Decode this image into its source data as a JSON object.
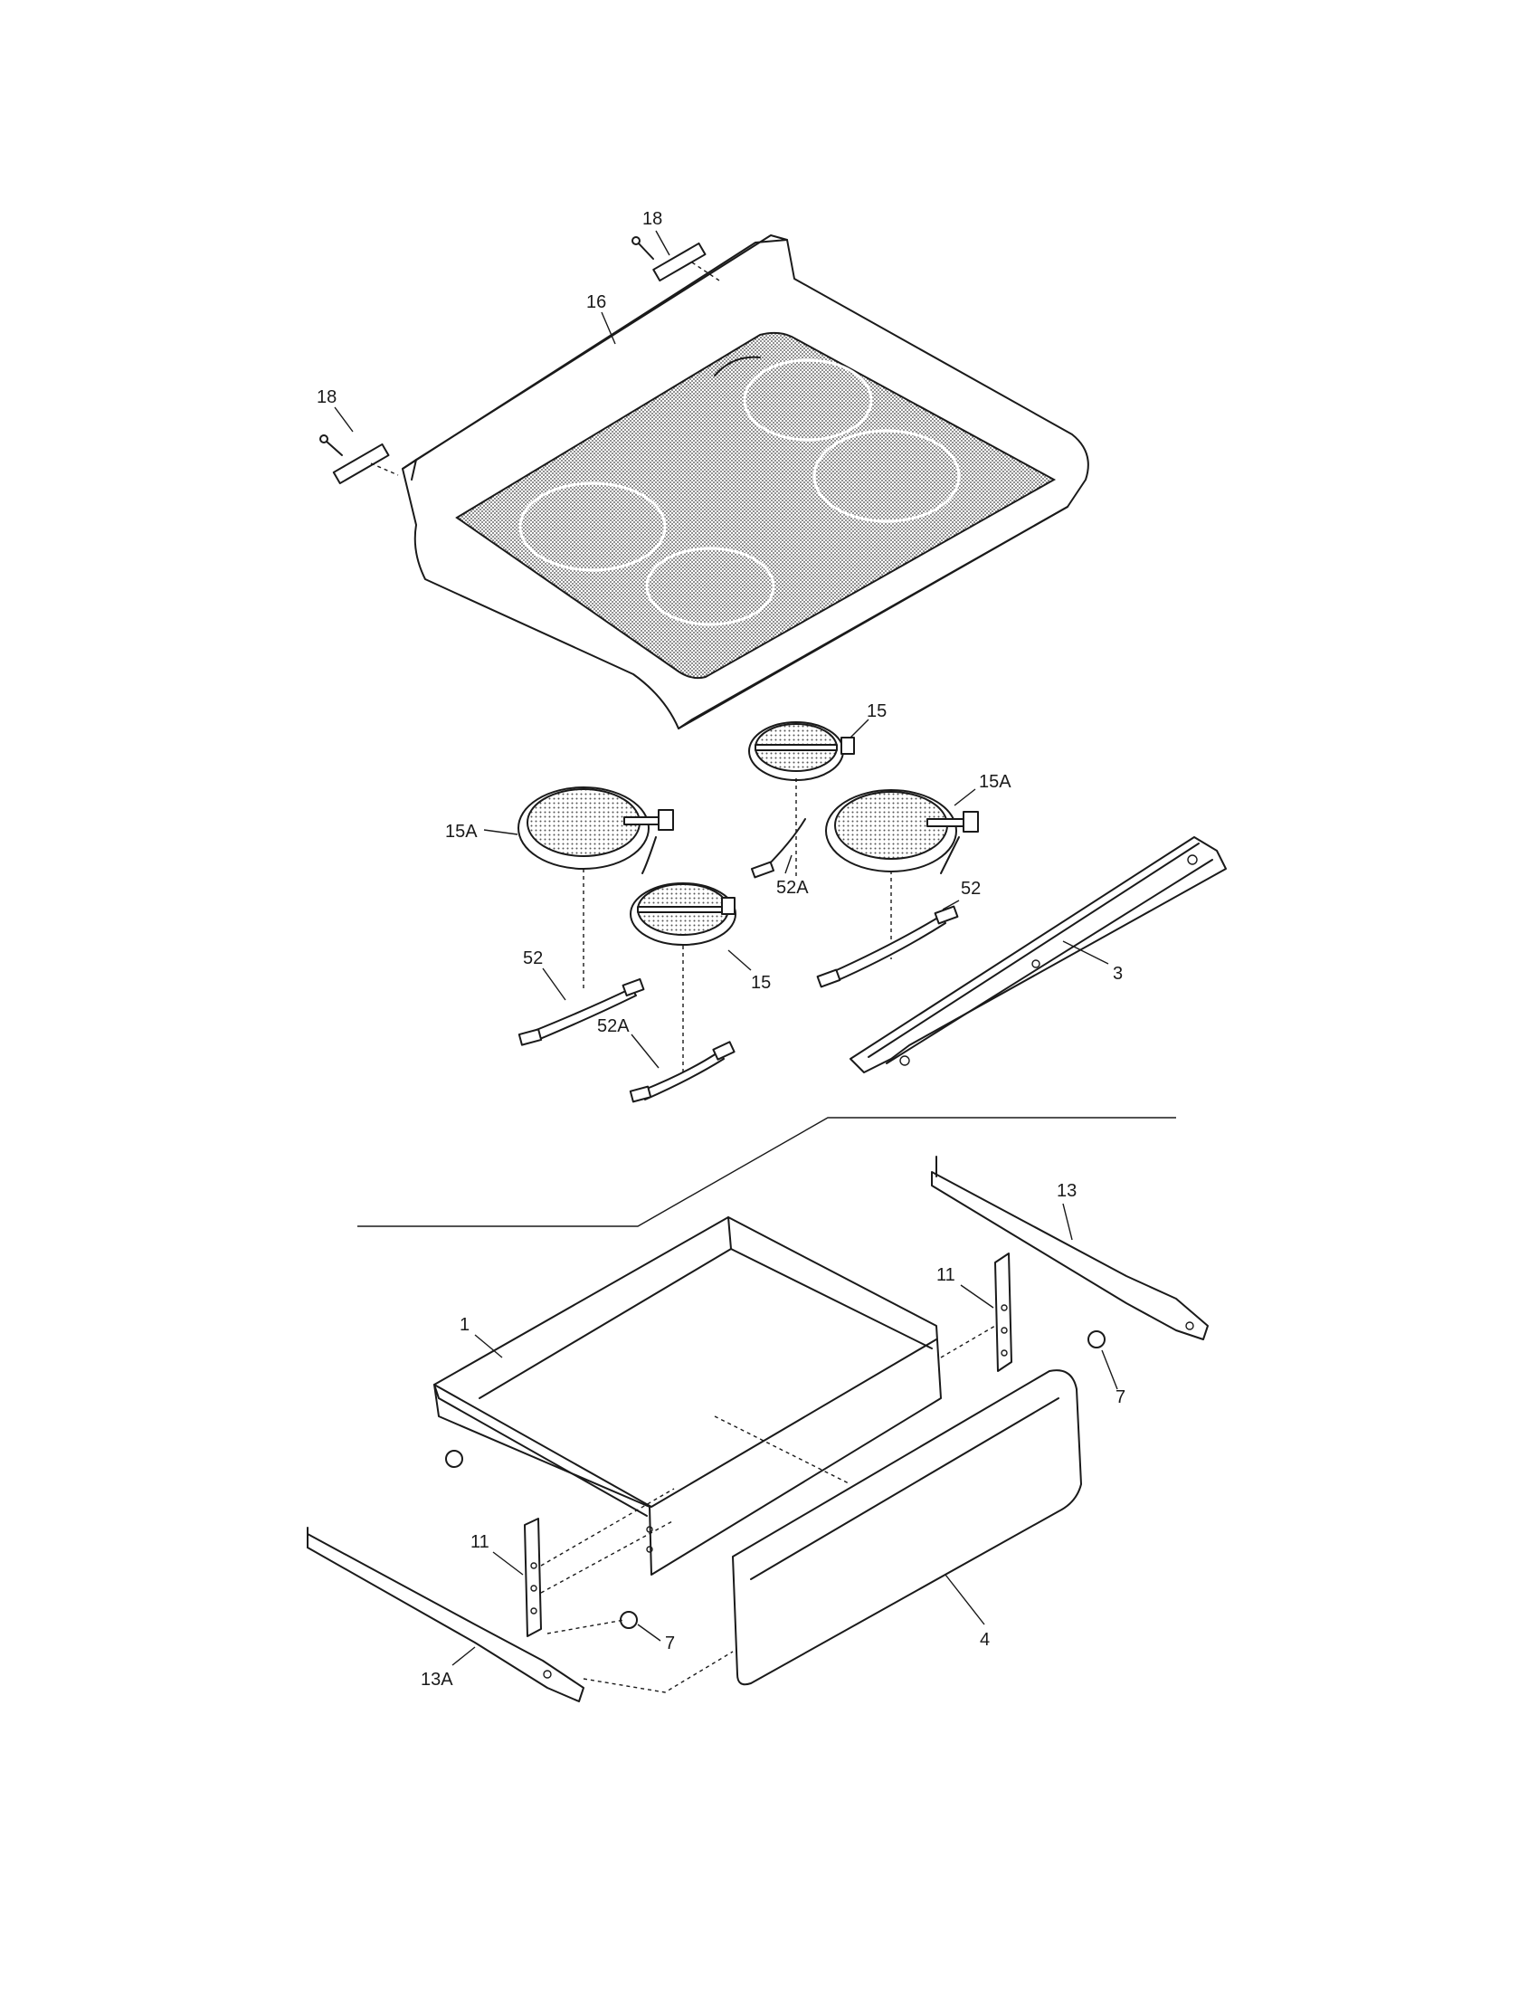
{
  "labels": {
    "top_18_right": "18",
    "top_18_left": "18",
    "top_16": "16",
    "el_15_top": "15",
    "el_15a_right": "15A",
    "el_15a_left": "15A",
    "el_52a_mid": "52A",
    "el_52_right": "52",
    "el_52_left": "52",
    "el_15_low": "15",
    "el_3": "3",
    "el_52a_low": "52A",
    "dr_13": "13",
    "dr_11_right": "11",
    "dr_1": "1",
    "dr_7_right": "7",
    "dr_11_left": "11",
    "dr_7_left": "7",
    "dr_13a": "13A",
    "dr_4": "4"
  },
  "icons": [
    "screw-icon",
    "bracket-icon",
    "element-icon",
    "strap-icon",
    "rail-icon",
    "drawer-icon",
    "roller-icon"
  ]
}
